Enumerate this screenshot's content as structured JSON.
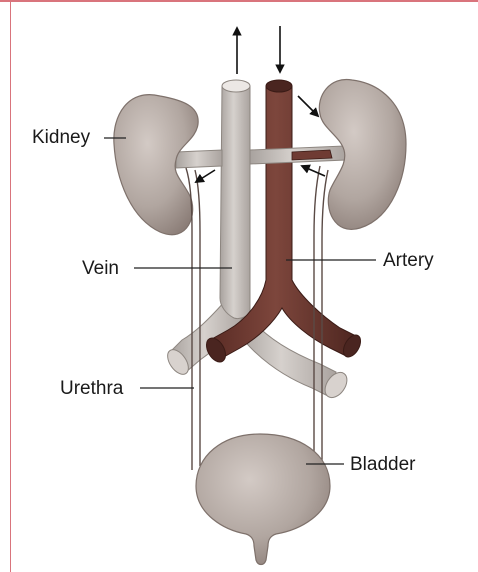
{
  "labels": {
    "kidney": "Kidney",
    "vein": "Vein",
    "artery": "Artery",
    "urethra": "Urethra",
    "bladder": "Bladder"
  },
  "colors": {
    "frame": "#d9747c",
    "organ": "#b7ada8",
    "organ_shadow": "#8d807a",
    "vein": "#c2bcb8",
    "artery": "#6f3b33",
    "artery_dark": "#4e2620",
    "line": "#222222"
  }
}
